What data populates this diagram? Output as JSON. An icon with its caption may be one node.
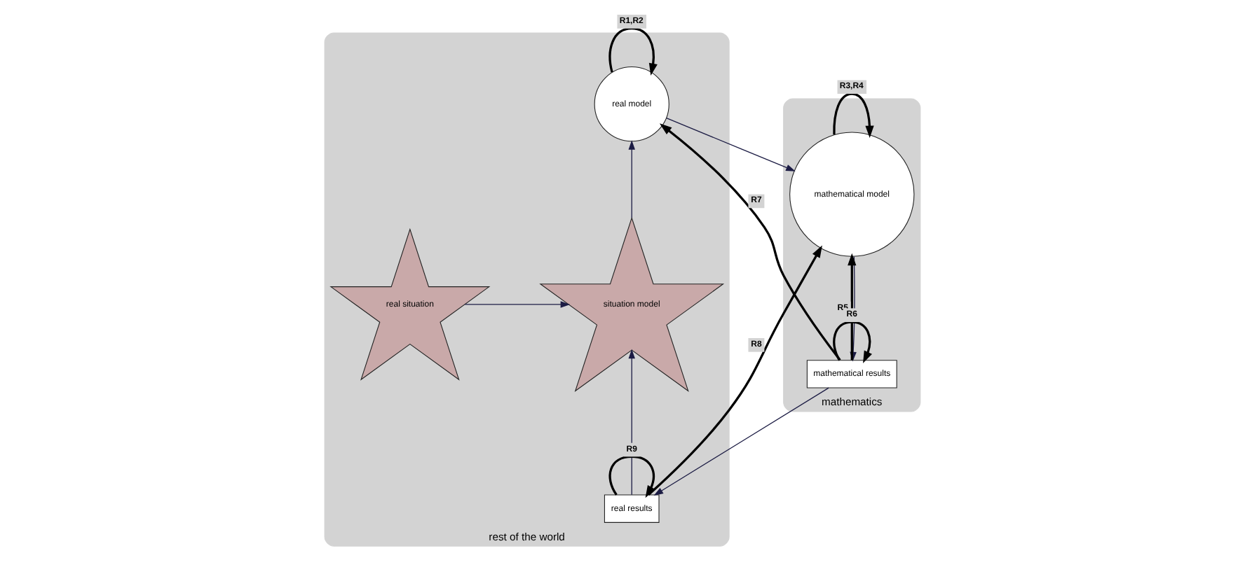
{
  "diagram": {
    "nodes": [
      {
        "text": [
          "rest of the world"
        ]
      },
      {
        "text": [
          "mathematics"
        ]
      },
      {
        "text": [
          "real situation"
        ],
        "in": 0
      },
      {
        "text": [
          "situation model"
        ],
        "in": 0
      },
      {
        "text": [
          "real model"
        ],
        "in": 0
      },
      {
        "text": [
          "real results"
        ],
        "in": 0
      },
      {
        "text": [
          "mathematical model"
        ],
        "in": 1
      },
      {
        "text": [
          "mathematical results"
        ],
        "in": 1
      }
    ],
    "edges": [
      {
        "from": 2,
        "to": 3,
        "arrow": "to",
        "color": "#1c1c44"
      },
      {
        "from": 3,
        "to": 4,
        "arrow": "to",
        "color": "#1c1c44"
      },
      {
        "from": 4,
        "to": 4,
        "arrow": "to",
        "label": "R1,R2"
      },
      {
        "from": 4,
        "to": 6,
        "arrow": "to",
        "color": "#1c1c44"
      },
      {
        "from": 6,
        "to": 6,
        "arrow": "to",
        "label": "R3,R4"
      },
      {
        "from": 6,
        "to": 7,
        "arrow": "to",
        "color": "#1c1c44"
      },
      {
        "from": 7,
        "to": 6,
        "arrow": "to",
        "label": "R5"
      },
      {
        "from": 7,
        "to": 7,
        "arrow": "to",
        "label": "R6"
      },
      {
        "from": 7,
        "to": 4,
        "arrow": "to",
        "label": "R7"
      },
      {
        "from": 5,
        "to": 6,
        "arrow": "to",
        "label": "R8"
      },
      {
        "from": 7,
        "to": 5,
        "arrow": "to",
        "color": "#1c1c44"
      },
      {
        "from": 5,
        "to": 3,
        "arrow": "to",
        "color": "#1c1c44"
      },
      {
        "from": 5,
        "to": 5,
        "arrow": "to",
        "label": "R9"
      }
    ]
  }
}
